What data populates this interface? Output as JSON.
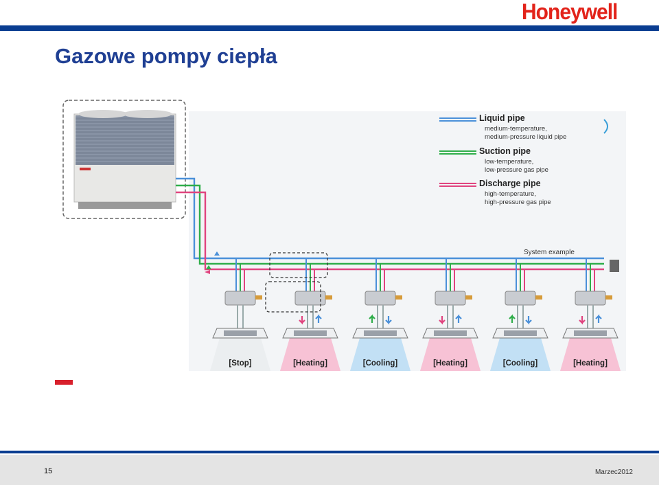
{
  "colors": {
    "brand_red": "#e2231a",
    "title_blue": "#1f3f93",
    "bar_blue": "#0a3d91",
    "liquid": "#4a90d9",
    "suction": "#2fae4a",
    "discharge": "#e0447f",
    "heating_glow": "#f7b9cf",
    "cooling_glow": "#b9dcf5"
  },
  "header": {
    "logo": "Honeywell",
    "title": "Gazowe pompy ciepła"
  },
  "legend": [
    {
      "name": "Liquid pipe",
      "line1": "medium-temperature,",
      "line2": "medium-pressure liquid pipe",
      "color": "liquid"
    },
    {
      "name": "Suction pipe",
      "line1": "low-temperature,",
      "line2": "low-pressure gas pipe",
      "color": "suction"
    },
    {
      "name": "Discharge pipe",
      "line1": "high-temperature,",
      "line2": "high-pressure gas pipe",
      "color": "discharge"
    }
  ],
  "system_example_label": "System example",
  "indoor_units": [
    {
      "status": "[Stop]",
      "mode": "stop"
    },
    {
      "status": "[Heating]",
      "mode": "heating"
    },
    {
      "status": "[Cooling]",
      "mode": "cooling"
    },
    {
      "status": "[Heating]",
      "mode": "heating"
    },
    {
      "status": "[Cooling]",
      "mode": "cooling"
    },
    {
      "status": "[Heating]",
      "mode": "heating"
    }
  ],
  "footer": {
    "page_number": "15",
    "date": "Marzec2012"
  }
}
